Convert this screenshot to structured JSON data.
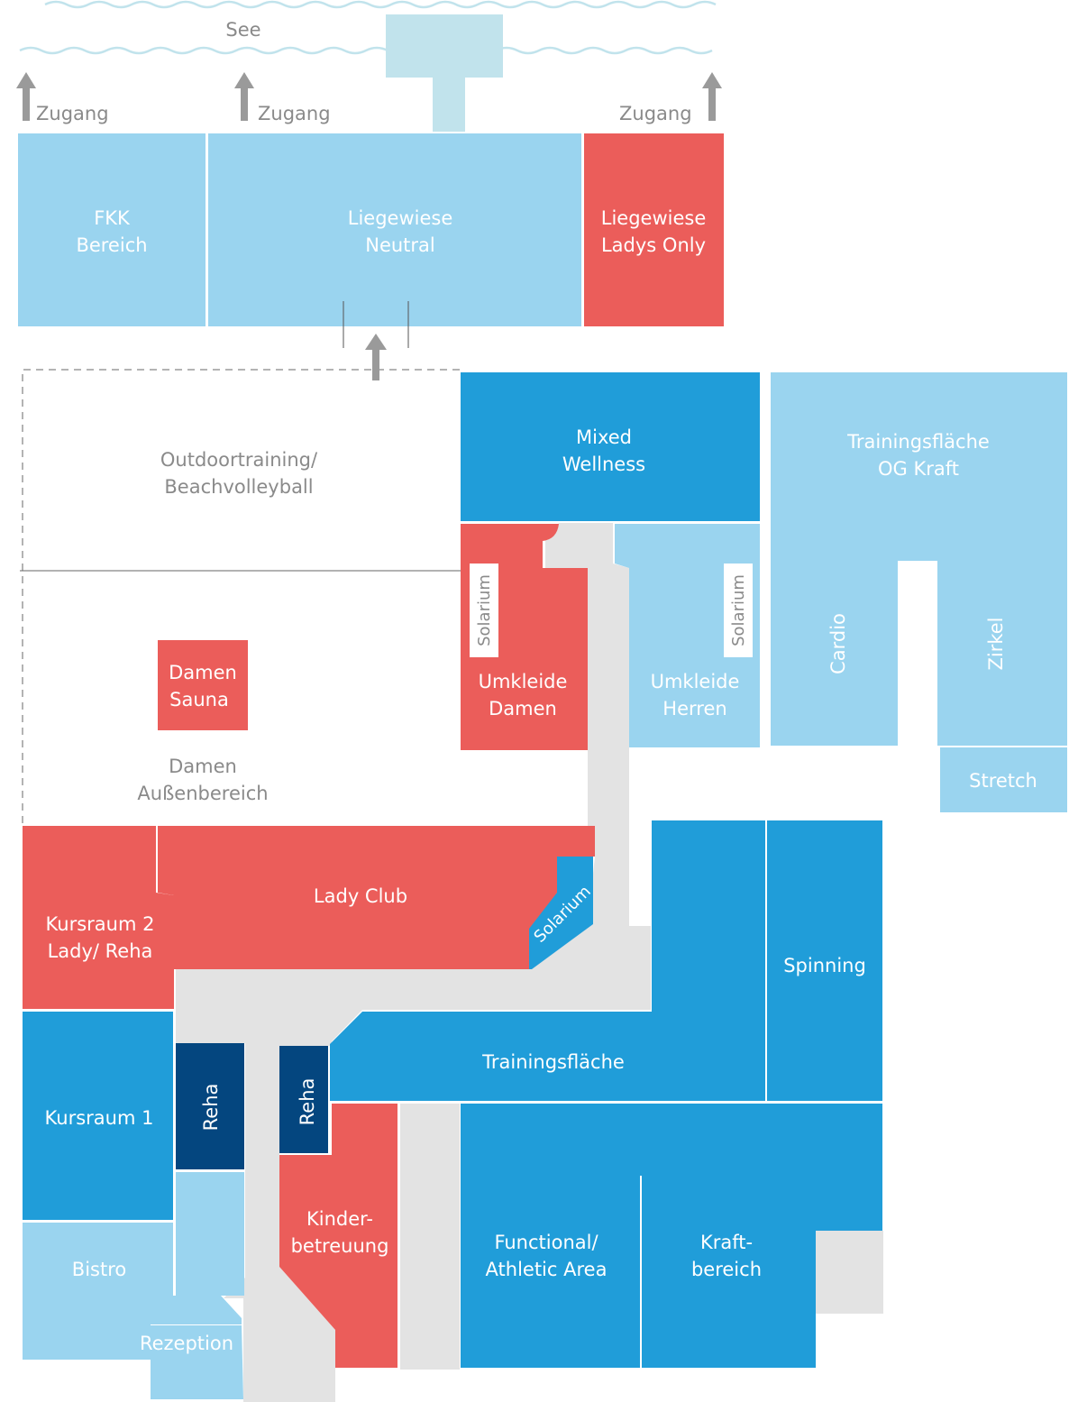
{
  "colors": {
    "light_blue": "#9ad4ef",
    "mid_blue": "#209dd9",
    "dark_blue": "#04467f",
    "red": "#eb5d5a",
    "grey": "#e3e3e3",
    "water": "#c1e3ec",
    "arrow_grey": "#9a9a9a",
    "text_grey": "#8a8a8a"
  },
  "top": {
    "lake_label": "See",
    "access_label": "Zugang"
  },
  "rooms": {
    "fkk": [
      "FKK",
      "Bereich"
    ],
    "liegewiese_neutral": [
      "Liegewiese",
      "Neutral"
    ],
    "liegewiese_ladys": [
      "Liegewiese",
      "Ladys Only"
    ],
    "outdoor": [
      "Outdoortraining/",
      "Beachvolleyball"
    ],
    "mixed_wellness": [
      "Mixed",
      "Wellness"
    ],
    "trainingsflaeche_og": [
      "Trainingsfläche",
      "OG Kraft"
    ],
    "cardio": "Cardio",
    "zirkel": "Zirkel",
    "stretch": "Stretch",
    "solarium": "Solarium",
    "umkleide_damen": [
      "Umkleide",
      "Damen"
    ],
    "umkleide_herren": [
      "Umkleide",
      "Herren"
    ],
    "damen_sauna": [
      "Damen",
      "Sauna"
    ],
    "damen_aussen": [
      "Damen",
      "Außenbereich"
    ],
    "lady_club": "Lady Club",
    "kursraum2": [
      "Kursraum 2",
      "Lady/ Reha"
    ],
    "spinning": "Spinning",
    "trainingsflaeche": "Trainingsfläche",
    "kursraum1": "Kursraum 1",
    "reha": "Reha",
    "kinder": [
      "Kinder-",
      "betreuung"
    ],
    "functional": [
      "Functional/",
      "Athletic Area"
    ],
    "kraft": [
      "Kraft-",
      "bereich"
    ],
    "bistro": "Bistro",
    "rezeption": "Rezeption"
  }
}
